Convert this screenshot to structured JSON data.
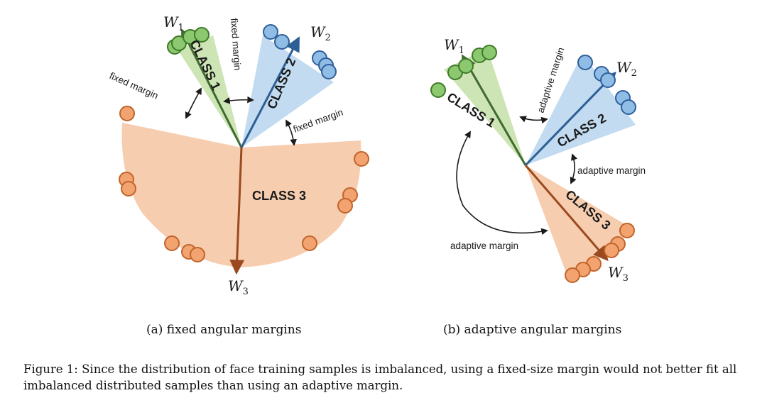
{
  "panel_a": {
    "w1": "W",
    "w1_sub": "1",
    "w2": "W",
    "w2_sub": "2",
    "w3": "W",
    "w3_sub": "3",
    "class1": "CLASS 1",
    "class2": "CLASS 2",
    "class3": "CLASS 3",
    "margin_label": "fixed margin",
    "caption": "(a) fixed angular margins"
  },
  "panel_b": {
    "w1": "W",
    "w1_sub": "1",
    "w2": "W",
    "w2_sub": "2",
    "w3": "W",
    "w3_sub": "3",
    "class1": "CLASS 1",
    "class2": "CLASS 2",
    "class3": "CLASS 3",
    "margin_label": "adaptive margin",
    "caption": "(b) adaptive angular margins"
  },
  "figure_caption": "Figure 1: Since the distribution of face training samples is imbalanced, using a fixed-size margin would not better fit all imbalanced distributed samples than using an adaptive margin.",
  "colors": {
    "class1_fill": "#cde4b4",
    "class1_point": "#8bc870",
    "class1_stroke": "#3f7a28",
    "class1_arrow": "#3e6b30",
    "class2_fill": "#c2dbf0",
    "class2_point": "#8fbde6",
    "class2_stroke": "#2f5f9a",
    "class2_arrow": "#2d5f95",
    "class3_fill": "#f7cdb0",
    "class3_point": "#f2a36f",
    "class3_stroke": "#c1642a",
    "class3_arrow": "#9a4a1e"
  }
}
